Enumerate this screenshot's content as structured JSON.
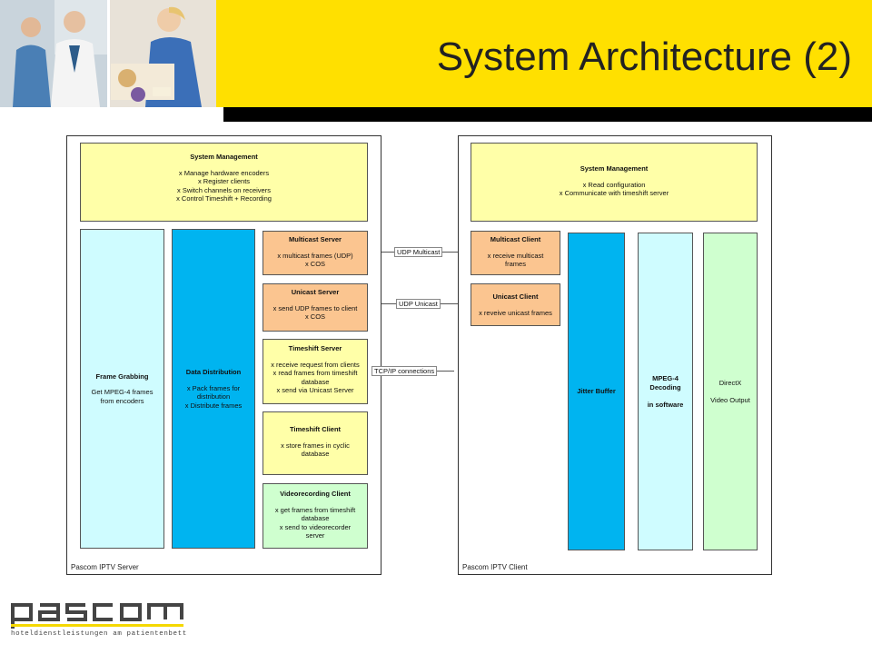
{
  "slide": {
    "title": "System Architecture (2)"
  },
  "server": {
    "label": "Pascom IPTV Server",
    "system_management": {
      "title": "System Management",
      "lines": [
        "x Manage hardware encoders",
        "x Register clients",
        "x Switch channels on receivers",
        "x Control Timeshift + Recording"
      ]
    },
    "frame_grabbing": {
      "title": "Frame Grabbing",
      "lines": [
        "Get MPEG-4 frames",
        "from encoders"
      ]
    },
    "data_distribution": {
      "title": "Data Distribution",
      "lines": [
        "x Pack frames for",
        "distribution",
        "x Distribute frames"
      ]
    },
    "multicast_server": {
      "title": "Multicast Server",
      "lines": [
        "x multicast frames (UDP)",
        "x COS"
      ]
    },
    "unicast_server": {
      "title": "Unicast Server",
      "lines": [
        "x send UDP frames to client",
        "x COS"
      ]
    },
    "timeshift_server": {
      "title": "Timeshift Server",
      "lines": [
        "x receive request from clients",
        "x read frames from timeshift",
        "database",
        "x send via Unicast Server"
      ]
    },
    "timeshift_client": {
      "title": "Timeshift Client",
      "lines": [
        "x store frames in cyclic",
        "database"
      ]
    },
    "videorecording_client": {
      "title": "Videorecording Client",
      "lines": [
        "x get frames from timeshift",
        "database",
        "x send to videorecorder",
        "server"
      ]
    }
  },
  "client": {
    "label": "Pascom IPTV Client",
    "system_management": {
      "title": "System Management",
      "lines": [
        "x Read configuration",
        "x Communicate with timeshift server"
      ]
    },
    "multicast_client": {
      "title": "Multicast Client",
      "lines": [
        "x receive multicast",
        "frames"
      ]
    },
    "unicast_client": {
      "title": "Unicast Client",
      "lines": [
        "x reveive unicast frames"
      ]
    },
    "jitter_buffer": {
      "title": "Jitter Buffer"
    },
    "mpeg_decoding": {
      "lines": [
        "MPEG-4",
        "Decoding",
        "",
        "in software"
      ]
    },
    "directx": {
      "lines": [
        "DirectX",
        "",
        "Video Output"
      ]
    }
  },
  "connections": {
    "udp_multicast": "UDP Multicast",
    "udp_unicast": "UDP Unicast",
    "tcp_ip": "TCP/IP connections"
  },
  "logo": {
    "wordmark": "pascom",
    "tagline": "hoteldienstleistungen am patientenbett",
    "accent_color": "#f5d800"
  },
  "colors": {
    "banner": "#ffe000",
    "yellow_box": "#ffffa8",
    "cyan_box": "#cffcff",
    "blue_box": "#00b4f0",
    "orange_box": "#fbc590",
    "green_box": "#cfffcf"
  }
}
